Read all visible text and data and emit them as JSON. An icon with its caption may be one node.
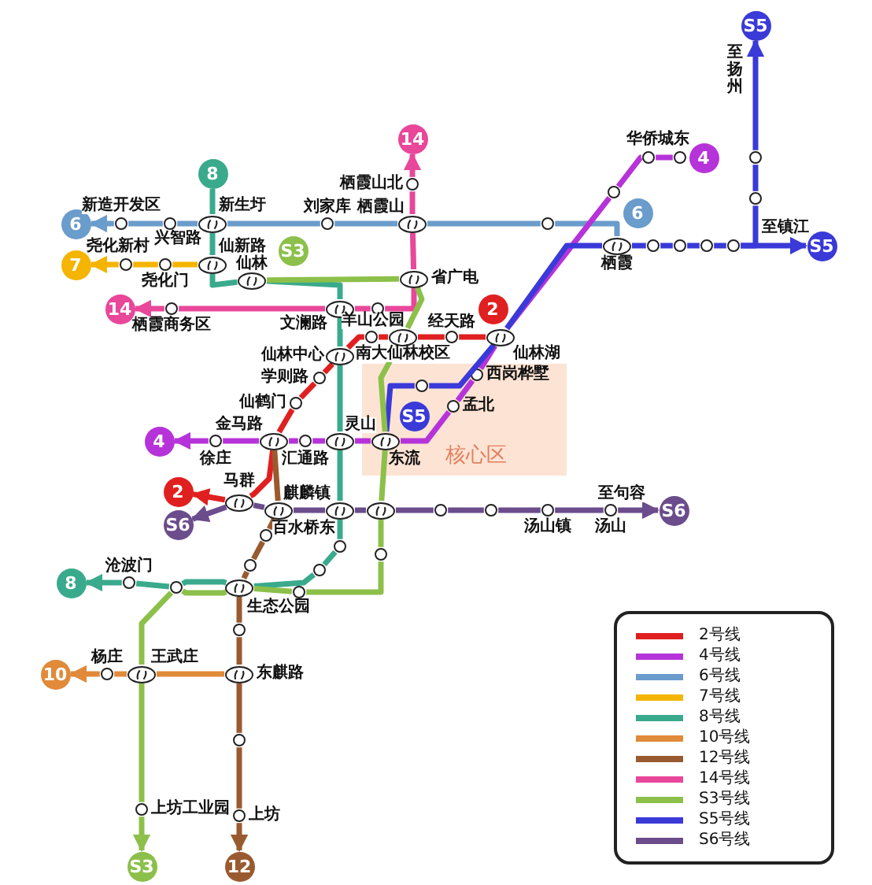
{
  "diagram": {
    "nodes": [
      {
        "text": [
          "S5"
        ]
      },
      {
        "text": [
          "14"
        ]
      },
      {
        "text": [],
        "shape": "circle"
      },
      {
        "text": [],
        "shape": "circle",
        "beside": [
          "华侨城东"
        ]
      },
      {
        "text": [
          "4"
        ]
      },
      {
        "text": [],
        "shape": "circle"
      },
      {
        "text": [
          "8"
        ]
      },
      {
        "text": [],
        "shape": "circle",
        "beside": [
          "栖霞山北"
        ]
      },
      {
        "text": [],
        "shape": "circle"
      },
      {
        "text": [],
        "shape": "circle"
      },
      {
        "text": [
          "6"
        ]
      },
      {
        "text": [
          "6"
        ]
      },
      {
        "text": [],
        "shape": "circle",
        "beside": [
          "新造开发区"
        ]
      },
      {
        "text": [],
        "shape": "circle",
        "beside": [
          "兴智路"
        ]
      },
      {
        "text": [],
        "shape": "ellipse",
        "beside": [
          "新生圩"
        ]
      },
      {
        "text": [],
        "shape": "circle",
        "beside": [
          "刘家库"
        ]
      },
      {
        "text": [],
        "shape": "ellipse",
        "beside": [
          "栖霞山"
        ]
      },
      {
        "text": [],
        "shape": "circle"
      },
      {
        "text": [],
        "shape": "ellipse",
        "beside": [
          "栖霞"
        ]
      },
      {
        "text": [],
        "shape": "circle"
      },
      {
        "text": [],
        "shape": "circle"
      },
      {
        "text": [],
        "shape": "circle"
      },
      {
        "text": [],
        "shape": "circle"
      },
      {
        "text": [
          "S5"
        ]
      },
      {
        "text": [
          "S3"
        ]
      },
      {
        "text": [
          "7"
        ]
      },
      {
        "text": [],
        "shape": "circle",
        "beside": [
          "尧化新村"
        ]
      },
      {
        "text": [],
        "shape": "circle",
        "beside": [
          "尧化门"
        ]
      },
      {
        "text": [],
        "shape": "ellipse",
        "beside": [
          "仙新路"
        ]
      },
      {
        "text": [],
        "shape": "ellipse",
        "beside": [
          "仙林"
        ]
      },
      {
        "text": [],
        "shape": "ellipse",
        "beside": [
          "省广电"
        ]
      },
      {
        "text": [
          "14"
        ]
      },
      {
        "text": [],
        "shape": "circle",
        "beside": [
          "栖霞商务区"
        ]
      },
      {
        "text": [],
        "shape": "ellipse",
        "beside": [
          "文澜路"
        ]
      },
      {
        "text": [],
        "shape": "circle"
      },
      {
        "text": [
          "2"
        ]
      },
      {
        "text": [],
        "shape": "circle",
        "beside": [
          "羊山公园"
        ]
      },
      {
        "text": [],
        "shape": "ellipse",
        "beside": [
          "南大仙林校区"
        ]
      },
      {
        "text": [],
        "shape": "circle",
        "beside": [
          "经天路"
        ]
      },
      {
        "text": [],
        "shape": "ellipse",
        "beside": [
          "仙林湖"
        ]
      },
      {
        "text": [],
        "shape": "ellipse",
        "beside": [
          "仙林中心"
        ]
      },
      {
        "text": [
          "核心区"
        ]
      },
      {
        "text": [],
        "shape": "circle",
        "beside": [
          "西岗桦墅"
        ],
        "in": 41
      },
      {
        "text": [],
        "shape": "circle",
        "beside": [
          "学则路"
        ]
      },
      {
        "text": [],
        "shape": "circle",
        "in": 41
      },
      {
        "text": [],
        "shape": "circle",
        "beside": [
          "仙鹤门"
        ]
      },
      {
        "text": [],
        "shape": "circle",
        "beside": [
          "孟北"
        ],
        "in": 41
      },
      {
        "text": [
          "S5"
        ],
        "in": 41
      },
      {
        "text": [
          "4"
        ]
      },
      {
        "text": [],
        "shape": "circle",
        "beside": [
          "徐庄"
        ]
      },
      {
        "text": [],
        "shape": "ellipse",
        "beside": [
          "金马路"
        ]
      },
      {
        "text": [],
        "shape": "circle",
        "beside": [
          "汇通路"
        ]
      },
      {
        "text": [],
        "shape": "ellipse",
        "beside": [
          "灵山"
        ]
      },
      {
        "text": [],
        "shape": "ellipse",
        "beside": [
          "东流"
        ],
        "in": 41
      },
      {
        "text": [
          "2"
        ]
      },
      {
        "text": [],
        "shape": "ellipse",
        "beside": [
          "马群"
        ]
      },
      {
        "text": [],
        "shape": "ellipse"
      },
      {
        "text": [],
        "shape": "ellipse",
        "beside": [
          "麒麟镇"
        ]
      },
      {
        "text": [],
        "shape": "ellipse"
      },
      {
        "text": [],
        "shape": "circle"
      },
      {
        "text": [],
        "shape": "circle"
      },
      {
        "text": [],
        "shape": "circle",
        "beside": [
          "汤山镇"
        ]
      },
      {
        "text": [],
        "shape": "circle",
        "beside": [
          "汤山"
        ]
      },
      {
        "text": [
          "S6"
        ]
      },
      {
        "text": [
          "S6"
        ]
      },
      {
        "text": [],
        "shape": "circle"
      },
      {
        "text": [],
        "shape": "circle",
        "beside": [
          "百水桥东"
        ]
      },
      {
        "text": [],
        "shape": "circle"
      },
      {
        "text": [],
        "shape": "circle"
      },
      {
        "text": [],
        "shape": "circle"
      },
      {
        "text": [
          "8"
        ]
      },
      {
        "text": [],
        "shape": "circle",
        "beside": [
          "沧波门"
        ]
      },
      {
        "text": [],
        "shape": "circle"
      },
      {
        "text": [],
        "shape": "ellipse",
        "beside": [
          "生态公园"
        ]
      },
      {
        "text": [],
        "shape": "circle"
      },
      {
        "text": [],
        "shape": "circle"
      },
      {
        "text": [
          "10"
        ]
      },
      {
        "text": [],
        "shape": "circle",
        "beside": [
          "杨庄"
        ]
      },
      {
        "text": [],
        "shape": "ellipse",
        "beside": [
          "王武庄"
        ]
      },
      {
        "text": [],
        "shape": "ellipse",
        "beside": [
          "东麒路"
        ]
      },
      {
        "text": [],
        "shape": "circle"
      },
      {
        "text": [],
        "shape": "circle",
        "beside": [
          "上坊工业园"
        ]
      },
      {
        "text": [],
        "shape": "circle",
        "beside": [
          "上坊"
        ]
      },
      {
        "text": [
          "S3"
        ]
      },
      {
        "text": [
          "12"
        ]
      }
    ],
    "edges": [
      {
        "from": 12,
        "to": 11,
        "arrow": "to",
        "color": "#6a9ccc"
      },
      {
        "from": 12,
        "to": 13,
        "arrow": "none",
        "color": "#6a9ccc"
      },
      {
        "from": 13,
        "to": 14,
        "arrow": "none",
        "color": "#6a9ccc"
      },
      {
        "from": 14,
        "to": 15,
        "arrow": "none",
        "color": "#6a9ccc"
      },
      {
        "from": 15,
        "to": 16,
        "arrow": "none",
        "color": "#6a9ccc"
      },
      {
        "from": 16,
        "to": 17,
        "arrow": "none",
        "color": "#6a9ccc"
      },
      {
        "from": 17,
        "to": 18,
        "arrow": "none",
        "color": "#6a9ccc"
      },
      {
        "from": 14,
        "to": 6,
        "arrow": "none",
        "color": "#3aaa8c"
      },
      {
        "from": 26,
        "to": 25,
        "arrow": "to",
        "color": "#f5b400"
      },
      {
        "from": 26,
        "to": 27,
        "arrow": "none",
        "color": "#f5b400"
      },
      {
        "from": 27,
        "to": 28,
        "arrow": "none",
        "color": "#f5b400"
      },
      {
        "from": 7,
        "to": 1,
        "arrow": "to",
        "color": "#e8479a"
      },
      {
        "from": 7,
        "to": 16,
        "arrow": "none",
        "color": "#e8479a"
      },
      {
        "from": 16,
        "to": 30,
        "arrow": "none",
        "color": "#e8479a"
      },
      {
        "from": 30,
        "to": 34,
        "arrow": "none",
        "color": "#e8479a"
      },
      {
        "from": 34,
        "to": 33,
        "arrow": "none",
        "color": "#e8479a"
      },
      {
        "from": 33,
        "to": 32,
        "arrow": "none",
        "color": "#e8479a"
      },
      {
        "from": 32,
        "to": 31,
        "arrow": "to",
        "color": "#e8479a"
      },
      {
        "from": 14,
        "to": 28,
        "arrow": "none",
        "color": "#3aaa8c"
      },
      {
        "from": 28,
        "to": 29,
        "arrow": "none",
        "color": "#3aaa8c"
      },
      {
        "from": 29,
        "to": 33,
        "arrow": "none",
        "color": "#3aaa8c"
      },
      {
        "from": 33,
        "to": 40,
        "arrow": "none",
        "color": "#3aaa8c"
      },
      {
        "from": 40,
        "to": 52,
        "arrow": "none",
        "color": "#3aaa8c"
      },
      {
        "from": 52,
        "to": 57,
        "arrow": "none",
        "color": "#3aaa8c"
      },
      {
        "from": 57,
        "to": 65,
        "arrow": "none",
        "color": "#3aaa8c"
      },
      {
        "from": 65,
        "to": 69,
        "arrow": "none",
        "color": "#3aaa8c"
      },
      {
        "from": 69,
        "to": 73,
        "arrow": "none",
        "color": "#3aaa8c"
      },
      {
        "from": 73,
        "to": 72,
        "arrow": "none",
        "color": "#3aaa8c"
      },
      {
        "from": 72,
        "to": 71,
        "arrow": "none",
        "color": "#3aaa8c"
      },
      {
        "from": 71,
        "to": 70,
        "arrow": "to",
        "color": "#3aaa8c"
      },
      {
        "from": 39,
        "to": 38,
        "arrow": "none",
        "color": "#e02020"
      },
      {
        "from": 38,
        "to": 37,
        "arrow": "none",
        "color": "#e02020"
      },
      {
        "from": 37,
        "to": 36,
        "arrow": "none",
        "color": "#e02020"
      },
      {
        "from": 36,
        "to": 40,
        "arrow": "none",
        "color": "#e02020"
      },
      {
        "from": 40,
        "to": 43,
        "arrow": "none",
        "color": "#e02020"
      },
      {
        "from": 43,
        "to": 45,
        "arrow": "none",
        "color": "#e02020"
      },
      {
        "from": 45,
        "to": 50,
        "arrow": "none",
        "color": "#e02020"
      },
      {
        "from": 50,
        "to": 55,
        "arrow": "none",
        "color": "#e02020"
      },
      {
        "from": 55,
        "to": 54,
        "arrow": "to",
        "color": "#e02020"
      },
      {
        "from": 3,
        "to": 2,
        "arrow": "none",
        "color": "#b633d9"
      },
      {
        "from": 2,
        "to": 8,
        "arrow": "none",
        "color": "#b633d9"
      },
      {
        "from": 8,
        "to": 39,
        "arrow": "none",
        "color": "#b633d9"
      },
      {
        "from": 39,
        "to": 42,
        "arrow": "none",
        "color": "#b633d9"
      },
      {
        "from": 42,
        "to": 46,
        "arrow": "none",
        "color": "#b633d9"
      },
      {
        "from": 46,
        "to": 53,
        "arrow": "none",
        "color": "#b633d9"
      },
      {
        "from": 53,
        "to": 52,
        "arrow": "none",
        "color": "#b633d9"
      },
      {
        "from": 52,
        "to": 51,
        "arrow": "none",
        "color": "#b633d9"
      },
      {
        "from": 51,
        "to": 50,
        "arrow": "none",
        "color": "#b633d9"
      },
      {
        "from": 50,
        "to": 49,
        "arrow": "none",
        "color": "#b633d9"
      },
      {
        "from": 49,
        "to": 48,
        "arrow": "to",
        "color": "#b633d9"
      },
      {
        "from": 5,
        "to": 0,
        "arrow": "to",
        "color": "#3a3ad8"
      },
      {
        "from": 5,
        "to": 9,
        "arrow": "none",
        "color": "#3a3ad8"
      },
      {
        "from": 9,
        "to": 22,
        "arrow": "none",
        "color": "#3a3ad8"
      },
      {
        "from": 22,
        "to": 23,
        "arrow": "to",
        "color": "#3a3ad8"
      },
      {
        "from": 22,
        "to": 21,
        "arrow": "none",
        "color": "#3a3ad8"
      },
      {
        "from": 21,
        "to": 20,
        "arrow": "none",
        "color": "#3a3ad8"
      },
      {
        "from": 20,
        "to": 19,
        "arrow": "none",
        "color": "#3a3ad8"
      },
      {
        "from": 19,
        "to": 18,
        "arrow": "none",
        "color": "#3a3ad8"
      },
      {
        "from": 18,
        "to": 39,
        "arrow": "none",
        "color": "#3a3ad8"
      },
      {
        "from": 39,
        "to": 44,
        "arrow": "none",
        "color": "#3a3ad8"
      },
      {
        "from": 44,
        "to": 53,
        "arrow": "none",
        "color": "#3a3ad8"
      },
      {
        "from": 29,
        "to": 30,
        "arrow": "none",
        "color": "#8cc04a"
      },
      {
        "from": 30,
        "to": 37,
        "arrow": "none",
        "color": "#8cc04a"
      },
      {
        "from": 37,
        "to": 53,
        "arrow": "none",
        "color": "#8cc04a"
      },
      {
        "from": 53,
        "to": 58,
        "arrow": "none",
        "color": "#8cc04a"
      },
      {
        "from": 58,
        "to": 67,
        "arrow": "none",
        "color": "#8cc04a"
      },
      {
        "from": 67,
        "to": 74,
        "arrow": "none",
        "color": "#8cc04a"
      },
      {
        "from": 74,
        "to": 73,
        "arrow": "none",
        "color": "#8cc04a"
      },
      {
        "from": 73,
        "to": 72,
        "arrow": "none",
        "color": "#8cc04a"
      },
      {
        "from": 72,
        "to": 78,
        "arrow": "none",
        "color": "#8cc04a"
      },
      {
        "from": 78,
        "to": 81,
        "arrow": "none",
        "color": "#8cc04a"
      },
      {
        "from": 81,
        "to": 83,
        "arrow": "to",
        "color": "#8cc04a"
      },
      {
        "from": 55,
        "to": 64,
        "arrow": "to",
        "color": "#6b4c8c"
      },
      {
        "from": 55,
        "to": 56,
        "arrow": "none",
        "color": "#6b4c8c"
      },
      {
        "from": 56,
        "to": 57,
        "arrow": "none",
        "color": "#6b4c8c"
      },
      {
        "from": 57,
        "to": 58,
        "arrow": "none",
        "color": "#6b4c8c"
      },
      {
        "from": 58,
        "to": 59,
        "arrow": "none",
        "color": "#6b4c8c"
      },
      {
        "from": 59,
        "to": 60,
        "arrow": "none",
        "color": "#6b4c8c"
      },
      {
        "from": 60,
        "to": 61,
        "arrow": "none",
        "color": "#6b4c8c"
      },
      {
        "from": 61,
        "to": 62,
        "arrow": "none",
        "color": "#6b4c8c"
      },
      {
        "from": 62,
        "to": 63,
        "arrow": "to",
        "color": "#6b4c8c"
      },
      {
        "from": 50,
        "to": 56,
        "arrow": "none",
        "color": "#9a5a30"
      },
      {
        "from": 56,
        "to": 66,
        "arrow": "none",
        "color": "#9a5a30"
      },
      {
        "from": 66,
        "to": 68,
        "arrow": "none",
        "color": "#9a5a30"
      },
      {
        "from": 68,
        "to": 73,
        "arrow": "none",
        "color": "#9a5a30"
      },
      {
        "from": 73,
        "to": 75,
        "arrow": "none",
        "color": "#9a5a30"
      },
      {
        "from": 75,
        "to": 79,
        "arrow": "none",
        "color": "#9a5a30"
      },
      {
        "from": 79,
        "to": 80,
        "arrow": "none",
        "color": "#9a5a30"
      },
      {
        "from": 80,
        "to": 82,
        "arrow": "none",
        "color": "#9a5a30"
      },
      {
        "from": 82,
        "to": 84,
        "arrow": "to",
        "color": "#9a5a30"
      },
      {
        "from": 77,
        "to": 76,
        "arrow": "to",
        "color": "#e08a3a"
      },
      {
        "from": 77,
        "to": 78,
        "arrow": "none",
        "color": "#e08a3a"
      },
      {
        "from": 78,
        "to": 79,
        "arrow": "none",
        "color": "#e08a3a"
      }
    ],
    "labels": [
      "至扬州",
      "至镇江",
      "至句容"
    ],
    "legend": [
      {
        "text": "2号线",
        "color": "#e02020"
      },
      {
        "text": "4号线",
        "color": "#b633d9"
      },
      {
        "text": "6号线",
        "color": "#6a9ccc"
      },
      {
        "text": "7号线",
        "color": "#f5b400"
      },
      {
        "text": "8号线",
        "color": "#3aaa8c"
      },
      {
        "text": "10号线",
        "color": "#e08a3a"
      },
      {
        "text": "12号线",
        "color": "#9a5a30"
      },
      {
        "text": "14号线",
        "color": "#e8479a"
      },
      {
        "text": "S3号线",
        "color": "#8cc04a"
      },
      {
        "text": "S5号线",
        "color": "#3a3ad8"
      },
      {
        "text": "S6号线",
        "color": "#6b4c8c"
      }
    ]
  }
}
